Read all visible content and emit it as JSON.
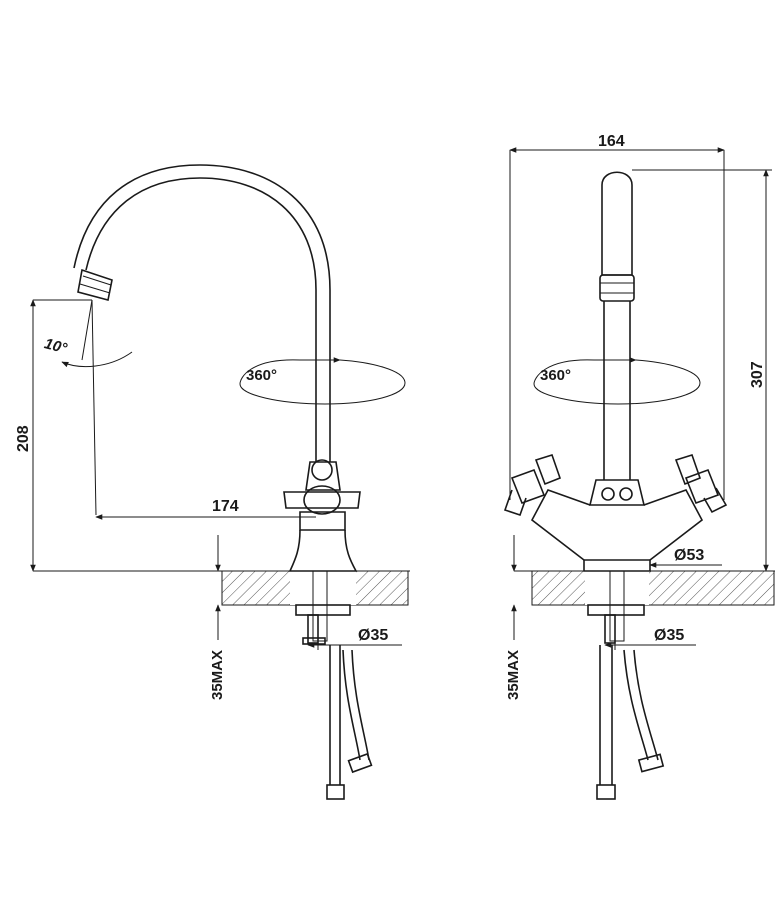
{
  "side_view": {
    "reach": "174",
    "height": "208",
    "swivel": "360°",
    "spout_angle": "10°",
    "hole_diameter": "Ø35",
    "deck_max": "35MAX"
  },
  "front_view": {
    "width": "164",
    "height": "307",
    "swivel": "360°",
    "base_diameter": "Ø53",
    "hole_diameter": "Ø35",
    "deck_max": "35MAX"
  }
}
